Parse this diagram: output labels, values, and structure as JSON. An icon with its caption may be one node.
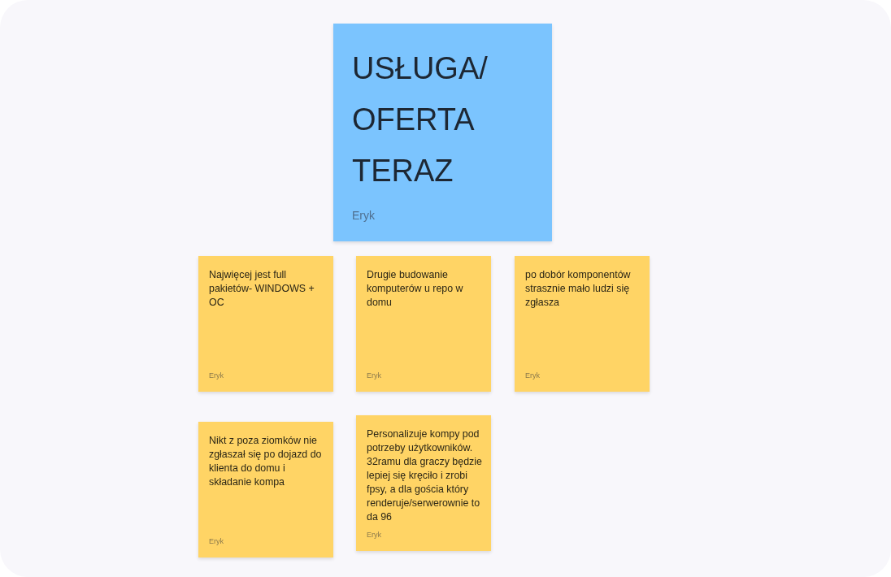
{
  "diagram": {
    "nodes": [
      {
        "text": [
          "USŁUGA/ OFERTA TERAZ",
          "Eryk"
        ]
      },
      {
        "text": [
          "Najwięcej jest full pakietów- WINDOWS + OC",
          "Eryk"
        ]
      },
      {
        "text": [
          "Drugie budowanie komputerów u repo w domu",
          "Eryk"
        ]
      },
      {
        "text": [
          "po dobór komponentów strasznie mało ludzi się zgłasza",
          "Eryk"
        ]
      },
      {
        "text": [
          "Nikt z poza ziomków nie zgłaszał się po dojazd do klienta do domu i składanie kompa",
          "Eryk"
        ]
      },
      {
        "text": [
          "Personalizuje kompy pod potrzeby użytkowników. 32ramu dla graczy będzie lepiej się kręciło i zrobi fpsy, a dla gościa który renderuje/serwerownie to da 96",
          "Eryk"
        ]
      }
    ]
  }
}
